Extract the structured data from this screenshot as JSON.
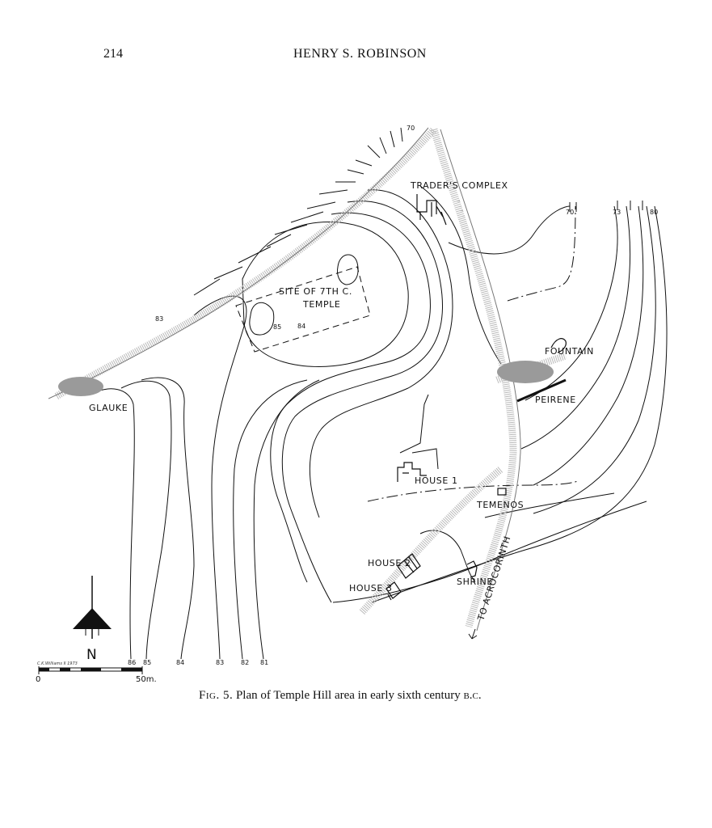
{
  "header": {
    "page_number": "214",
    "author": "HENRY S. ROBINSON"
  },
  "caption": {
    "fig_label": "Fig. 5.",
    "text": "Plan of Temple Hill area in early sixth century",
    "era": "b.c."
  },
  "map": {
    "labels": {
      "traders_complex": "TRADER'S COMPLEX",
      "site_line1": "SITE OF 7TH C.",
      "site_line2": "TEMPLE",
      "fountain": "FOUNTAIN",
      "peirene": "PEIRENE",
      "glauke": "GLAUKE",
      "house1": "HOUSE 1",
      "temenos": "TEMENOS",
      "house2": "HOUSE 2",
      "house3": "HOUSE 3",
      "shrine": "SHRINE",
      "to_acrocorinth": "TO ACROCORINTH"
    },
    "contour_numbers": {
      "c70_top": "70",
      "c70_right": "70",
      "c73": "73",
      "c80": "80",
      "c83": "83",
      "c85_site": "85",
      "c84_site": "84",
      "b86": "86",
      "b85": "85",
      "b84": "84",
      "b83": "83",
      "b82": "82",
      "b81": "81"
    },
    "north_label": "N",
    "scale": {
      "start": "0",
      "end": "50m.",
      "credit": "C.K.Williams II 1973"
    }
  }
}
